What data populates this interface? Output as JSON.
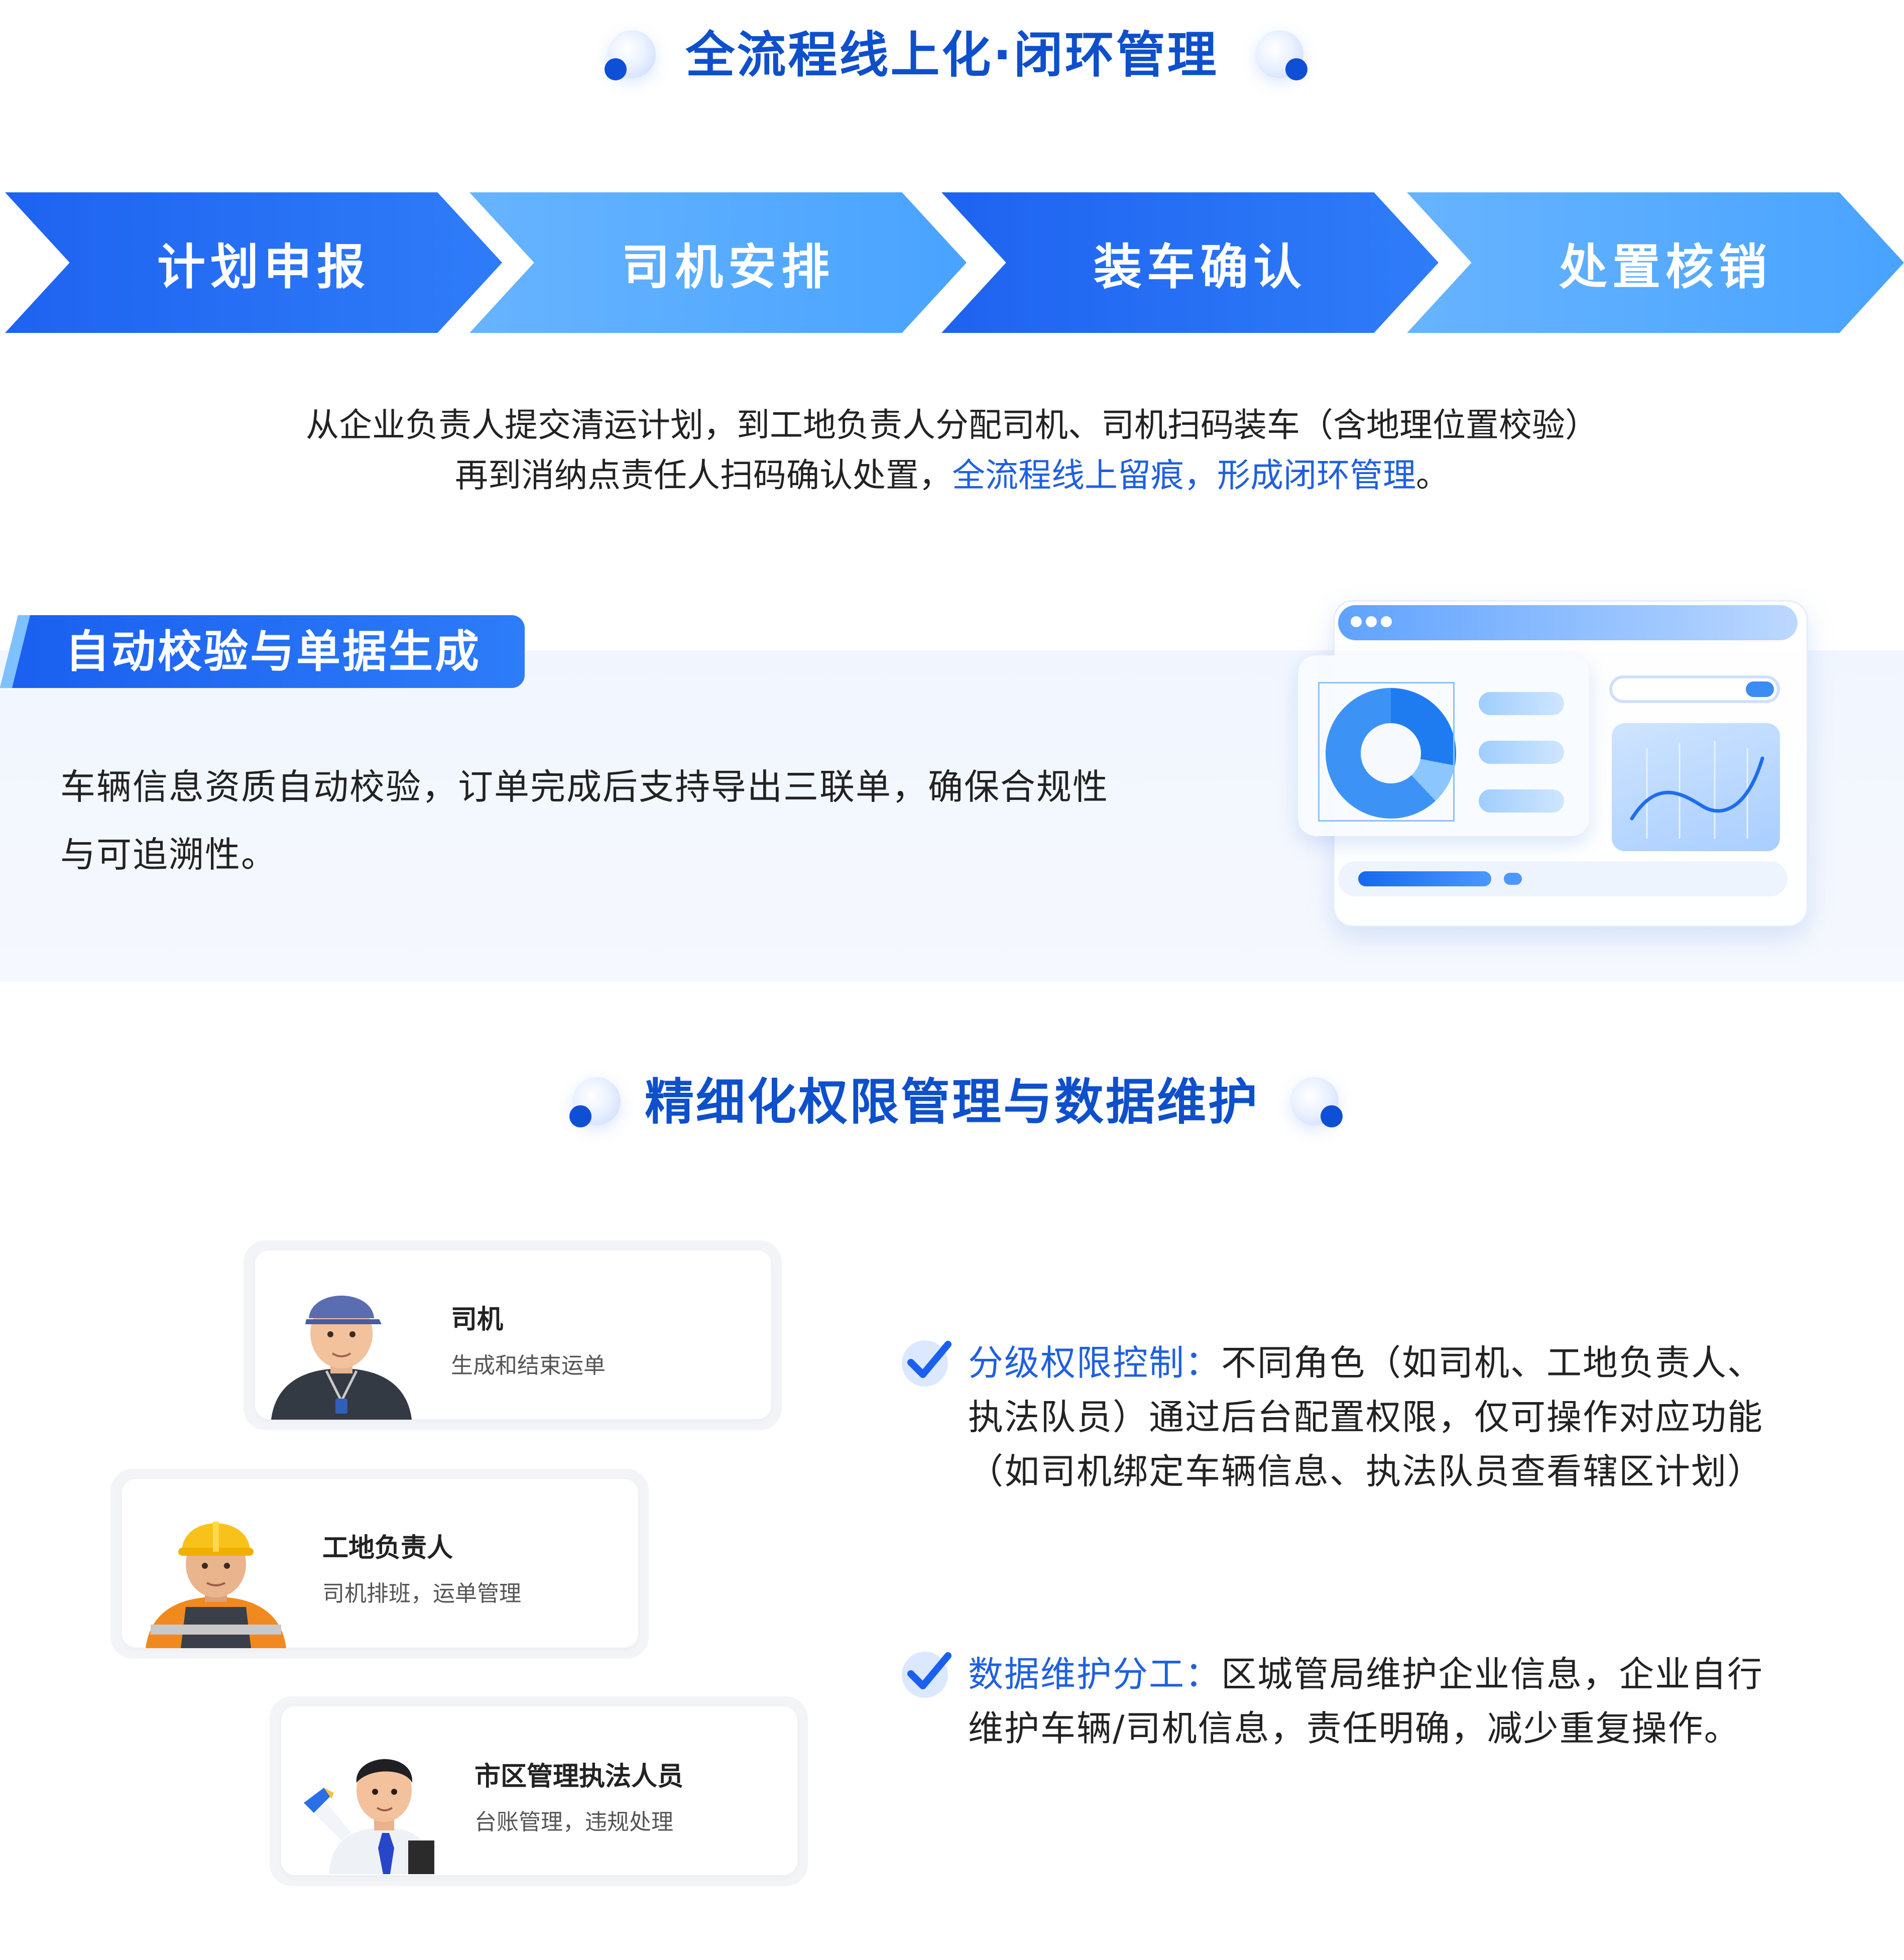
{
  "section1": {
    "title": "全流程线上化·闭环管理"
  },
  "steps": [
    {
      "label": "计划申报"
    },
    {
      "label": "司机安排"
    },
    {
      "label": "装车确认"
    },
    {
      "label": "处置核销"
    }
  ],
  "description": {
    "line1": "从企业负责人提交清运计划，到工地负责人分配司机、司机扫码装车（含地理位置校验）",
    "line2_prefix": "再到消纳点责任人扫码确认处置，",
    "line2_highlight": "全流程线上留痕，形成闭环管理",
    "line2_suffix": "。"
  },
  "auto_check": {
    "badge": "自动校验与单据生成",
    "line1": "车辆信息资质自动校验，订单完成后支持导出三联单，确保合规性",
    "line2": "与可追溯性。"
  },
  "section2": {
    "title": "精细化权限管理与数据维护"
  },
  "roles": [
    {
      "name": "司机",
      "desc": "生成和结束运单"
    },
    {
      "name": "工地负责人",
      "desc": "司机排班，运单管理"
    },
    {
      "name": "市区管理执法人员",
      "desc": "台账管理，违规处理"
    }
  ],
  "features": [
    {
      "key": "分级权限控制：",
      "line1": "不同角色（如司机、工地负责人、",
      "line2": "执法队员）通过后台配置权限，仅可操作对应功能",
      "line3": "（如司机绑定车辆信息、执法队员查看辖区计划）"
    },
    {
      "key": "数据维护分工：",
      "line1": "区城管局维护企业信息，企业自行",
      "line2": "维护车辆/司机信息，责任明确，减少重复操作。"
    }
  ],
  "icons": {
    "title_decoration": "orb-dot-icon",
    "feature_bullet": "check-icon",
    "avatars": [
      "driver-avatar-icon",
      "site-manager-avatar-icon",
      "officer-avatar-icon"
    ]
  },
  "colors": {
    "brand_blue": "#0e4fcb",
    "step_dark": "#1e63f0",
    "step_light": "#5aacff",
    "highlight": "#1f60e0"
  }
}
